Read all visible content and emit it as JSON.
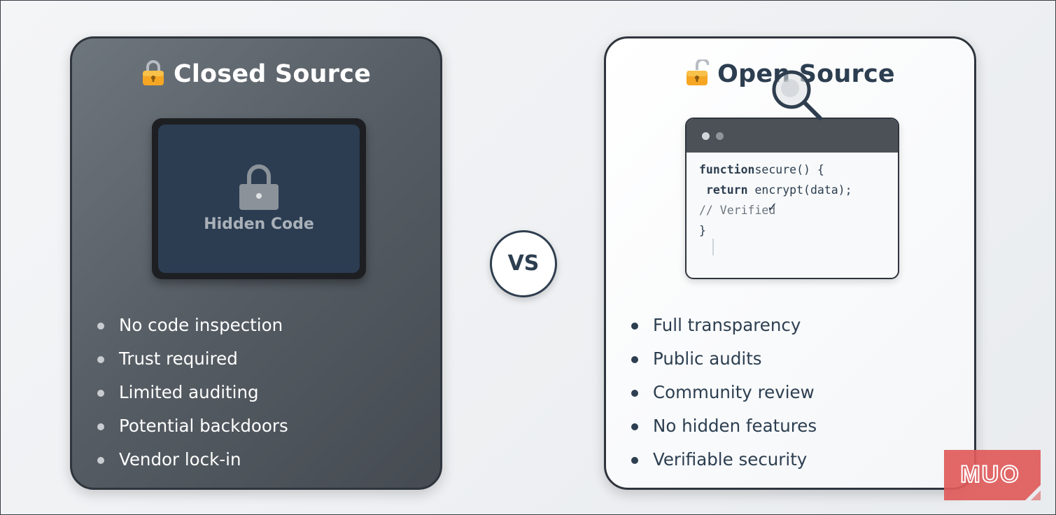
{
  "closed": {
    "title": "Closed Source",
    "icon": "locked-padlock-icon",
    "hidden_label": "Hidden Code",
    "features": [
      "No code inspection",
      "Trust required",
      "Limited auditing",
      "Potential backdoors",
      "Vendor lock-in"
    ]
  },
  "open": {
    "title": "Open Source",
    "icon": "unlocked-padlock-icon",
    "code": {
      "line1_kw": "function",
      "line1_rest": "secure() {",
      "line2_kw": "return",
      "line2_rest": " encrypt(data);",
      "line3": "// Verified",
      "line4": "}"
    },
    "features": [
      "Full transparency",
      "Public audits",
      "Community review",
      "No hidden features",
      "Verifiable security"
    ]
  },
  "vs_label": "VS",
  "logo_text": "MUO",
  "colors": {
    "closed_card": "#555c63",
    "open_card": "#ffffff",
    "text_dark": "#2c3e50",
    "logo_red": "#e05a5a"
  }
}
